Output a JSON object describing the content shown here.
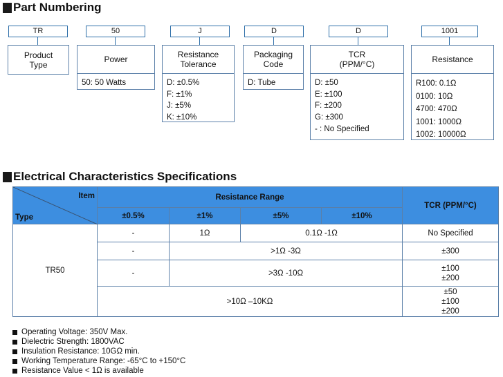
{
  "part_numbering": {
    "title": "Part Numbering",
    "fields": [
      {
        "code": "TR",
        "header": [
          "Product",
          "Type"
        ],
        "items": []
      },
      {
        "code": "50",
        "header": [
          "Power"
        ],
        "items": [
          "50: 50 Watts"
        ]
      },
      {
        "code": "J",
        "header": [
          "Resistance",
          "Tolerance"
        ],
        "items": [
          "D: ±0.5%",
          "F: ±1%",
          "J: ±5%",
          "K: ±10%"
        ]
      },
      {
        "code": "D",
        "header": [
          "Packaging",
          "Code"
        ],
        "items": [
          "D: Tube"
        ]
      },
      {
        "code": "D",
        "header": [
          "TCR",
          "(PPM/°C)"
        ],
        "items": [
          "D: ±50",
          "E: ±100",
          "F: ±200",
          "G: ±300",
          "- : No Specified"
        ]
      },
      {
        "code": "1001",
        "header": [
          "Resistance"
        ],
        "items": [
          "R100: 0.1Ω",
          "0100: 10Ω",
          "4700: 470Ω",
          "1001: 1000Ω",
          "1002: 10000Ω"
        ]
      }
    ]
  },
  "electrical": {
    "title": "Electrical Characteristics Specifications",
    "item_label": "Item",
    "type_label": "Type",
    "range_label": "Resistance Range",
    "tcr_label": "TCR (PPM/°C)",
    "tolerances": [
      "±0.5%",
      "±1%",
      "±5%",
      "±10%"
    ],
    "type_value": "TR50",
    "rows": {
      "r1": {
        "c1": "-",
        "c2": "1Ω",
        "c3": "0.1Ω -1Ω",
        "tcr": [
          "No Specified"
        ]
      },
      "r2": {
        "c1": "-",
        "c2": ">1Ω -3Ω",
        "tcr": [
          "±300"
        ]
      },
      "r3": {
        "c1": "-",
        "c2": ">3Ω -10Ω",
        "tcr": [
          "±100",
          "±200"
        ]
      },
      "r4": {
        "c1": ">10Ω –10KΩ",
        "tcr": [
          "±50",
          "±100",
          "±200"
        ]
      }
    }
  },
  "notes": [
    "Operating Voltage: 350V Max.",
    "Dielectric Strength: 1800VAC",
    "Insulation Resistance: 10GΩ min.",
    "Working Temperature Range: -65°C to +150°C",
    "Resistance Value < 1Ω is available"
  ]
}
